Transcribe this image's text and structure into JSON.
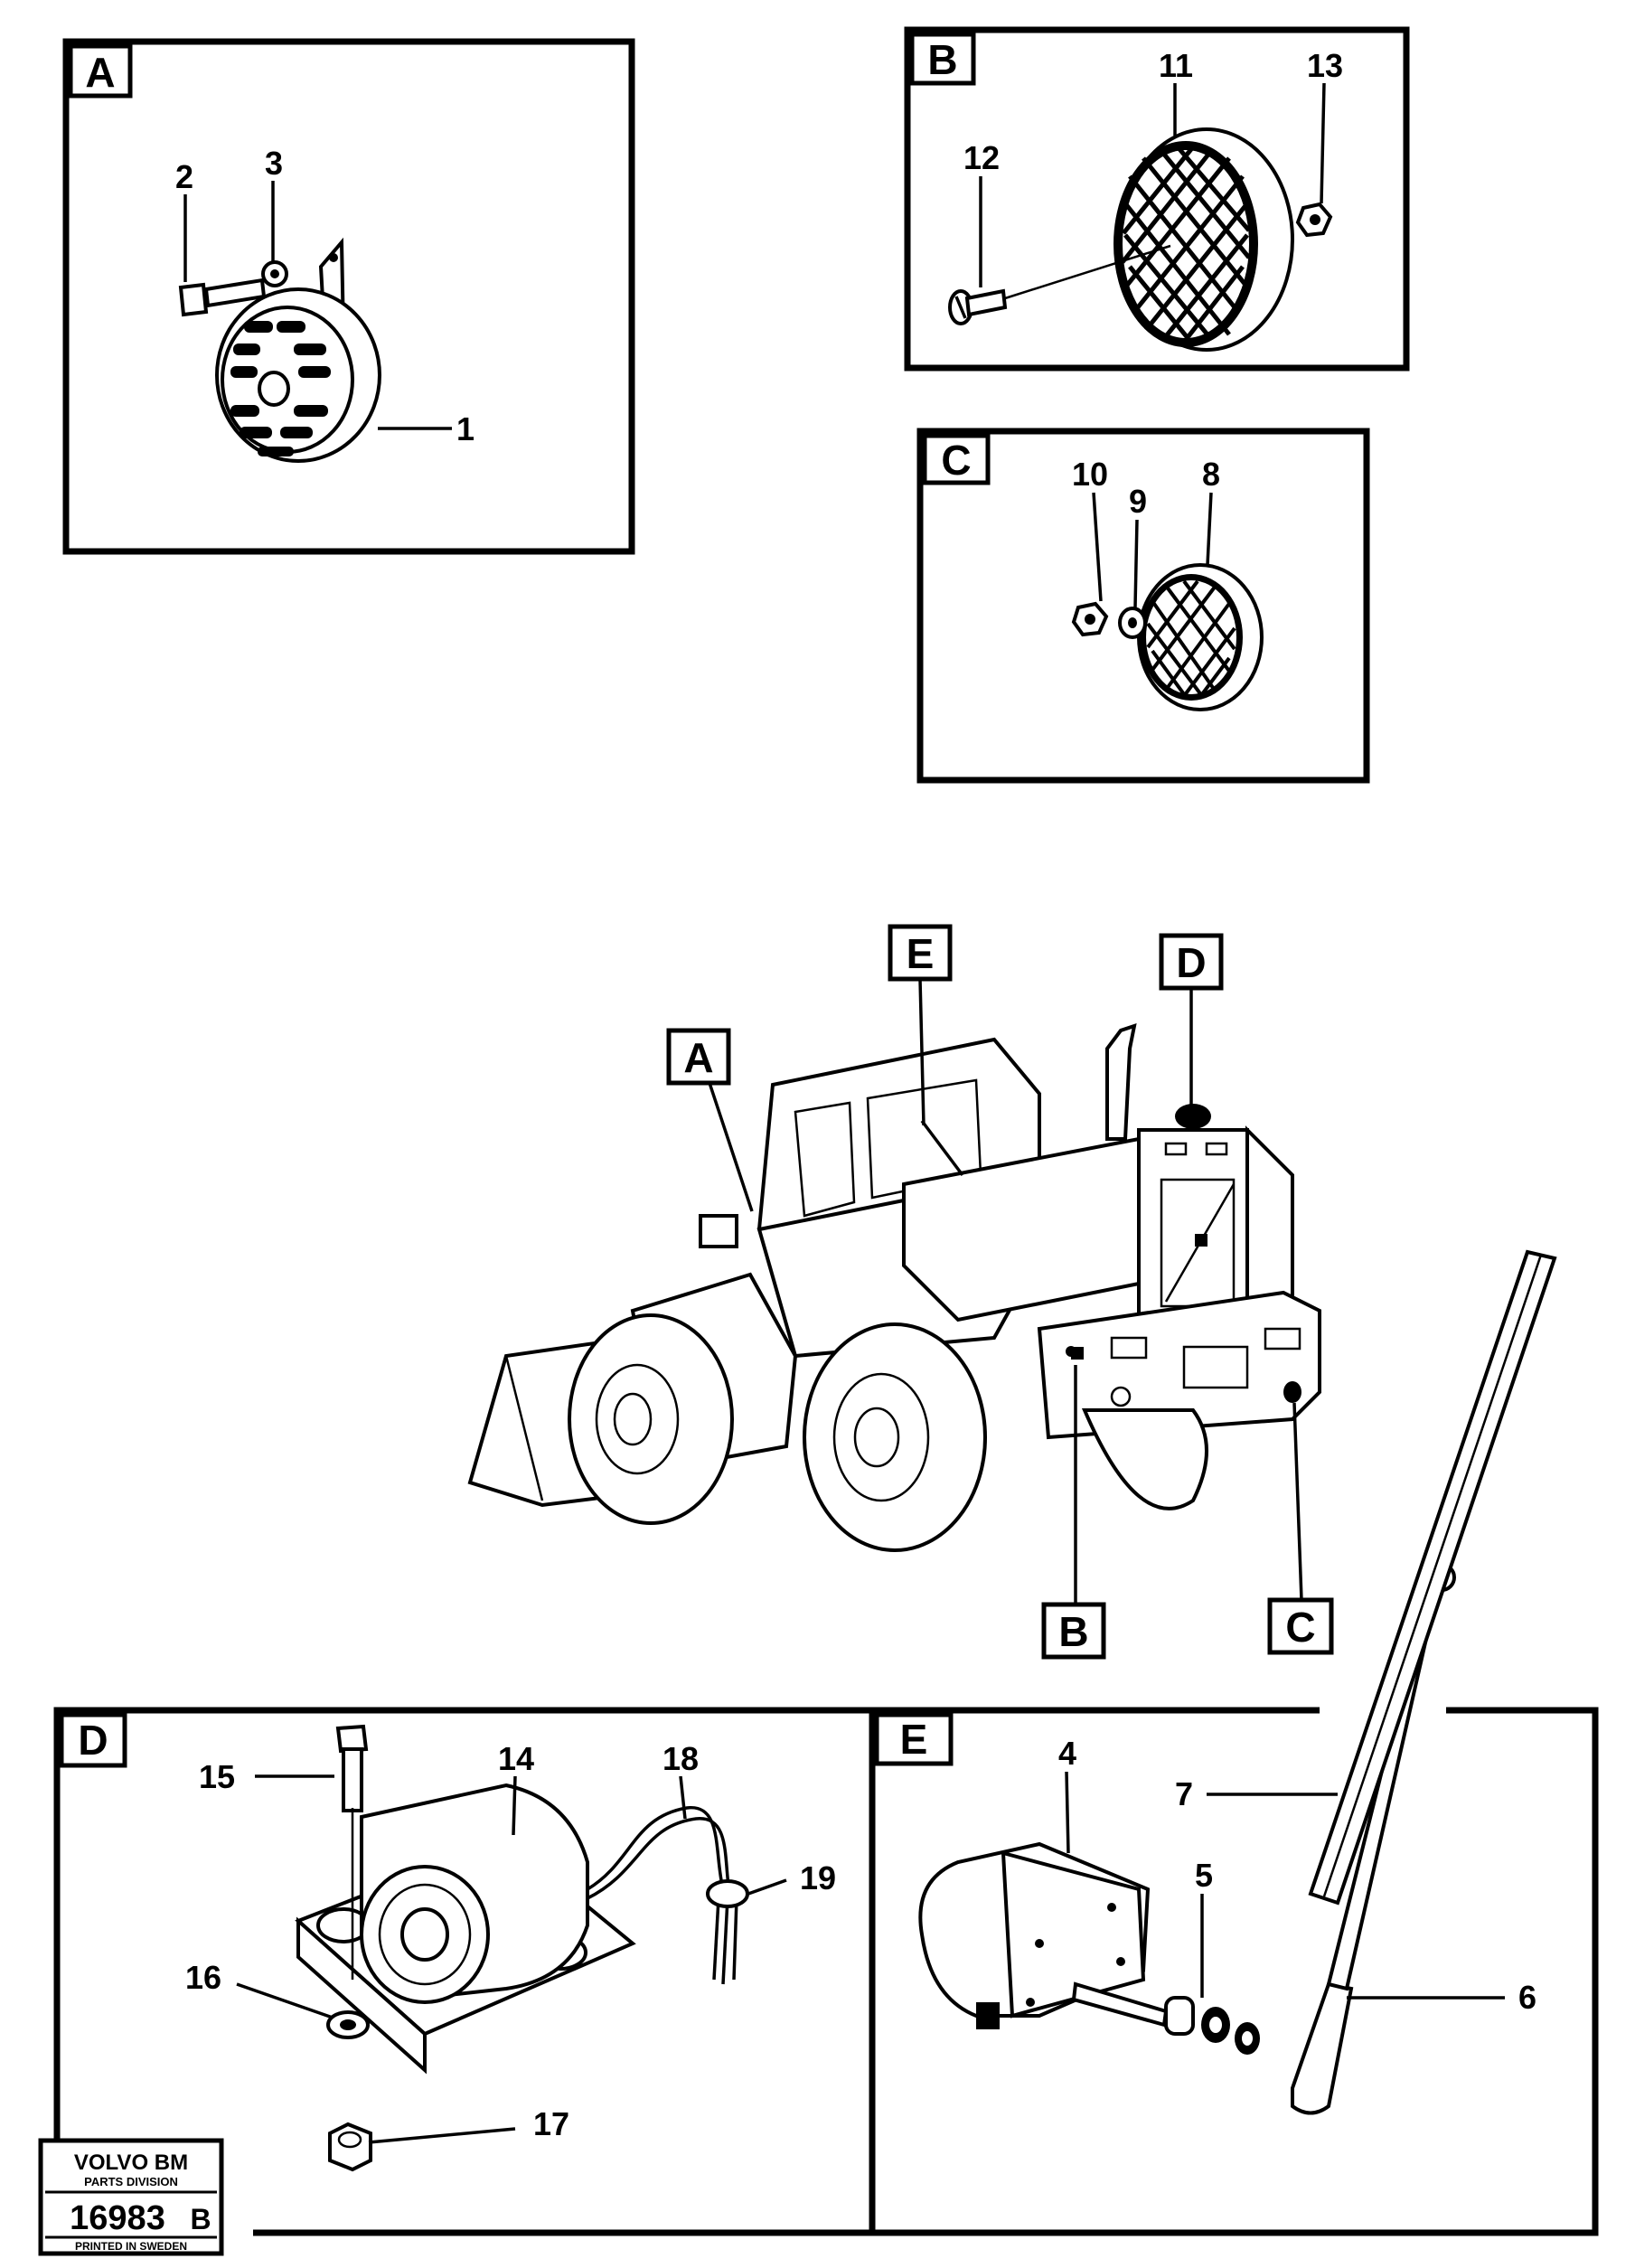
{
  "panels": {
    "A": {
      "letter": "A",
      "callouts": {
        "c1": "1",
        "c2": "2",
        "c3": "3"
      }
    },
    "B": {
      "letter": "B",
      "callouts": {
        "c11": "11",
        "c12": "12",
        "c13": "13"
      }
    },
    "C": {
      "letter": "C",
      "callouts": {
        "c8": "8",
        "c9": "9",
        "c10": "10"
      }
    },
    "D": {
      "letter": "D",
      "callouts": {
        "c14": "14",
        "c15": "15",
        "c16": "16",
        "c17": "17",
        "c18": "18",
        "c19": "19"
      }
    },
    "E": {
      "letter": "E",
      "callouts": {
        "c4": "4",
        "c5": "5",
        "c6": "6",
        "c7": "7"
      }
    }
  },
  "machine": {
    "labels": {
      "A": "A",
      "B": "B",
      "C": "C",
      "D": "D",
      "E": "E"
    }
  },
  "stamp": {
    "brand": "VOLVO BM",
    "division": "PARTS DIVISION",
    "number": "16983",
    "suffix": "B",
    "printed": "PRINTED IN SWEDEN"
  }
}
